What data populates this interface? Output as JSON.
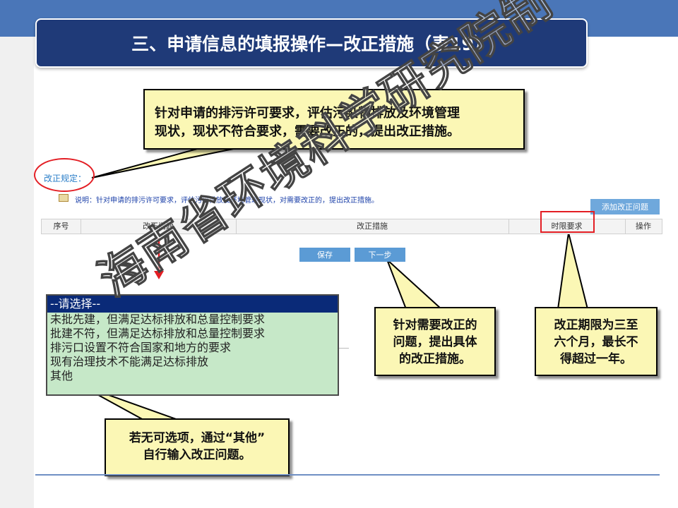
{
  "title": "三、申请信息的填报操作—改正措施（表19）",
  "callout_top": [
    "针对申请的排污许可要求，评估污染物排放及环境管理",
    "现状，现状不符合要求，需要改正的，提出改正措施。"
  ],
  "rule_label": "改正规定：",
  "note_text": "说明：针对申请的排污许可要求，评估污染排放及环境管理现状，对需要改正的，提出改正措施。",
  "add_button": "添加改正问题",
  "table_headers": [
    "序号",
    "改正问题",
    "改正措施",
    "时限要求",
    "操作"
  ],
  "save_button": "保存",
  "next_button": "下一步",
  "dropdown": {
    "header": "--请选择--",
    "options": [
      "未批先建，但满足达标排放和总量控制要求",
      "批建不符，但满足达标排放和总量控制要求",
      "排污口设置不符合国家和地方的要求",
      "现有治理技术不能满足达标排放",
      "其他"
    ]
  },
  "callout_measures": [
    "针对需要改正的",
    "问题，提出具体",
    "的改正措施。"
  ],
  "callout_deadline": [
    "改正期限为三至",
    "六个月，最长不",
    "得超过一年。"
  ],
  "callout_other": [
    "若无可选项，通过“其他”",
    "自行输入改正问题。"
  ],
  "watermark": "海南省环境科学研究院制",
  "colors": {
    "title_bg": "#1f3a78",
    "callout_bg": "#fbf7b5",
    "dropdown_bg": "#c6e8c8",
    "highlight": "#e31e24",
    "button": "#5b9bd5"
  }
}
